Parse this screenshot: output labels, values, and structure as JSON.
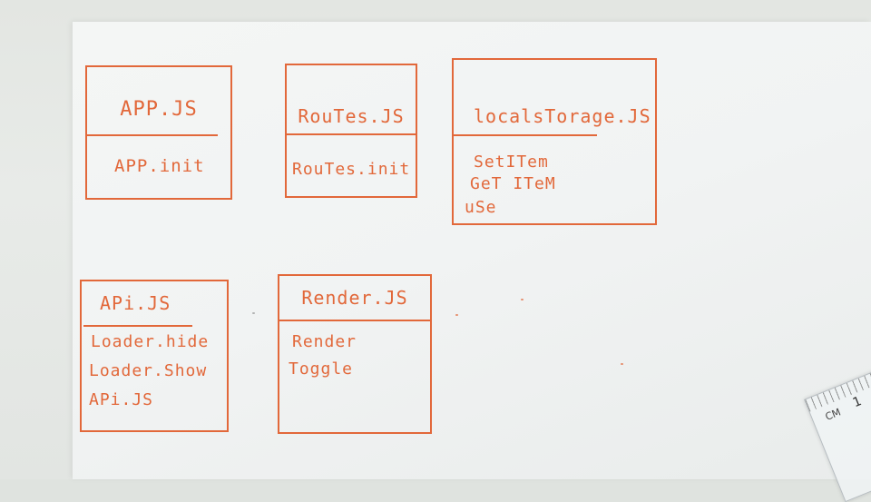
{
  "diagram": {
    "ink_color": "#e2683a",
    "modules": [
      {
        "id": "app",
        "title": "APP.JS",
        "methods": [
          "APP.init"
        ]
      },
      {
        "id": "routes",
        "title": "RouTes.JS",
        "methods": [
          "RouTes.init"
        ]
      },
      {
        "id": "localstorage",
        "title": "localsTorage.JS",
        "methods": [
          "SetITem",
          "GeT ITeM",
          "uSe"
        ]
      },
      {
        "id": "api",
        "title": "APi.JS",
        "methods": [
          "Loader.hide",
          "Loader.Show",
          "APi.JS"
        ]
      },
      {
        "id": "render",
        "title": "Render.JS",
        "methods": [
          "Render",
          "Toggle"
        ]
      }
    ]
  },
  "ruler": {
    "unit_label": "CM",
    "mark_label": "1"
  }
}
